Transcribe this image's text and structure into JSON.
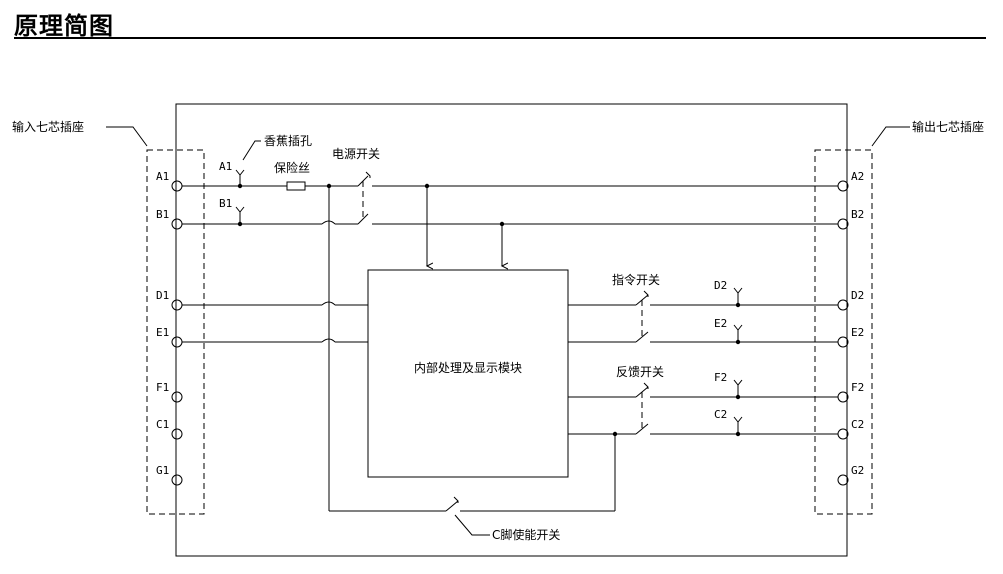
{
  "title": "原理简图",
  "labels": {
    "input_socket": "输入七芯插座",
    "output_socket": "输出七芯插座",
    "banana_jack": "香蕉插孔",
    "fuse": "保险丝",
    "power_switch": "电源开关",
    "module": "内部处理及显示模块",
    "command_switch": "指令开关",
    "feedback_switch": "反馈开关",
    "c_enable_switch": "C脚使能开关"
  },
  "pins": {
    "left": [
      "A1",
      "B1",
      "D1",
      "E1",
      "F1",
      "C1",
      "G1"
    ],
    "right": [
      "A2",
      "B2",
      "D2",
      "E2",
      "F2",
      "C2",
      "G2"
    ],
    "jack_a1": "A1",
    "jack_b1": "B1",
    "jack_d2": "D2",
    "jack_e2": "E2",
    "jack_f2": "F2",
    "jack_c2": "C2"
  },
  "colors": {
    "line": "#000000",
    "background": "#ffffff"
  }
}
